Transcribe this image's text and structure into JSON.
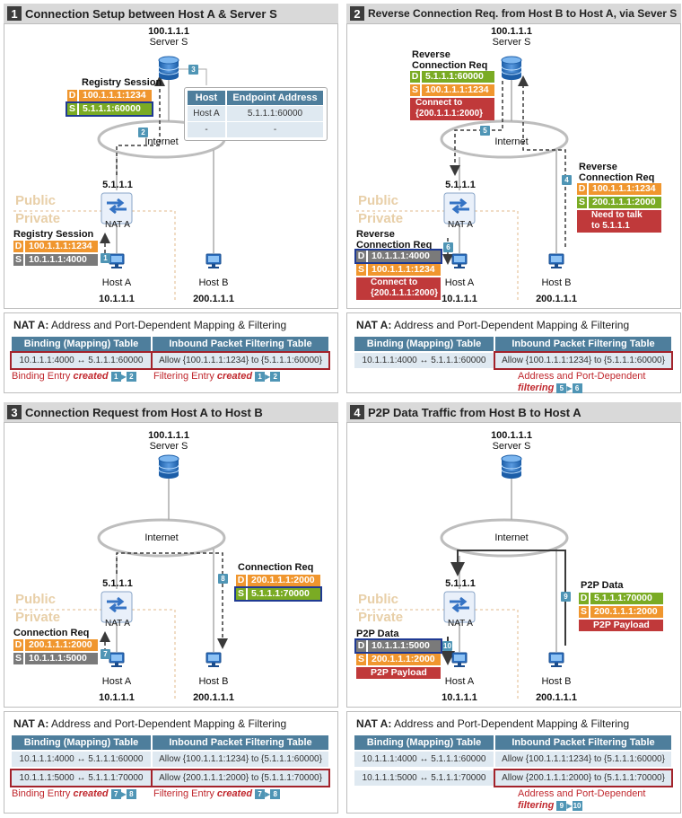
{
  "common": {
    "server_ip": "100.1.1.1",
    "server_name": "Server S",
    "internet": "Internet",
    "nat_ip": "5.1.1.1",
    "nat_label": "NAT A",
    "public": "Public",
    "private": "Private",
    "host_a": "Host A",
    "host_b": "Host B",
    "host_a_ip": "10.1.1.1",
    "host_b_ip": "200.1.1.1",
    "d": "D",
    "s": "S"
  },
  "nat": {
    "prefix": "NAT A:",
    "desc": "Address and Port-Dependent Mapping & Filtering",
    "col_binding": "Binding (Mapping) Table",
    "col_filter": "Inbound Packet Filtering Table",
    "bind_row1": "10.1.1.1:4000 ↔ 5.1.1.1:60000",
    "filter_row1": "Allow {100.1.1.1:1234} to {5.1.1.1:60000}",
    "bind_row2": "10.1.1.1:5000 ↔ 5.1.1.1:70000",
    "filter_row2": "Allow {200.1.1.1:2000} to {5.1.1.1:70000}",
    "binding_entry": "Binding Entry",
    "filtering_entry": "Filtering Entry",
    "created": "created",
    "apdf": "Address and Port-Dependent",
    "filtering": "filtering"
  },
  "panel1": {
    "num": "1",
    "title": "Connection Setup between Host A & Server S",
    "reg_title": "Registry Session",
    "reg_d": "100.1.1.1:1234",
    "reg_s": "5.1.1.1:60000",
    "reg2_title": "Registry Session",
    "reg2_d": "100.1.1.1:1234",
    "reg2_s": "10.1.1.1:4000",
    "tbl_host": "Host",
    "tbl_endpoint": "Endpoint Address",
    "tbl_r1_host": "Host A",
    "tbl_r1_addr": "5.1.1.1:60000",
    "tbl_r2_host": "-",
    "tbl_r2_addr": "-",
    "step1": "1",
    "step2": "2",
    "step3": "3"
  },
  "panel2": {
    "num": "2",
    "title": "Reverse Connection Req. from Host B to Host A, via Sever S",
    "req1_title1": "Reverse",
    "req1_title2": "Connection Req",
    "req1_d": "5.1.1.1:60000",
    "req1_s": "100.1.1.1:1234",
    "req1_msg1": "Connect to",
    "req1_msg2": "{200.1.1.1:2000}",
    "req2_title1": "Reverse",
    "req2_title2": "Connection Req",
    "req2_d": "100.1.1.1:1234",
    "req2_s": "200.1.1.1:2000",
    "req2_msg1": "Need to talk",
    "req2_msg2": "to 5.1.1.1",
    "req3_title1": "Reverse",
    "req3_title2": "Connection Req",
    "req3_d": "10.1.1.1:4000",
    "req3_s": "100.1.1.1:1234",
    "req3_msg1": "Connect to",
    "req3_msg2": "{200.1.1.1:2000}",
    "step4": "4",
    "step5": "5",
    "step6": "6"
  },
  "panel3": {
    "num": "3",
    "title": "Connection Request from Host A to Host B",
    "req1_title": "Connection Req",
    "req1_d": "200.1.1.1:2000",
    "req1_s": "5.1.1.1:70000",
    "req2_title": "Connection Req",
    "req2_d": "200.1.1.1:2000",
    "req2_s": "10.1.1.1:5000",
    "step7": "7",
    "step8": "8"
  },
  "panel4": {
    "num": "4",
    "title": "P2P Data Traffic from Host B to Host A",
    "data1_title": "P2P Data",
    "data1_d": "5.1.1.1:70000",
    "data1_s": "200.1.1.1:2000",
    "data1_payload": "P2P Payload",
    "data2_title": "P2P Data",
    "data2_d": "10.1.1.1:5000",
    "data2_s": "200.1.1.1:2000",
    "data2_payload": "P2P Payload",
    "step9": "9",
    "step10": "10"
  },
  "colors": {
    "orange": "#f0962e",
    "green": "#7aab24",
    "gray": "#7a7a7a",
    "red": "#c0393a",
    "table_header": "#4e7e9c",
    "step_blue": "#4f95b5",
    "highlight_blue": "#1f3a93",
    "highlight_red": "#a3232b"
  }
}
